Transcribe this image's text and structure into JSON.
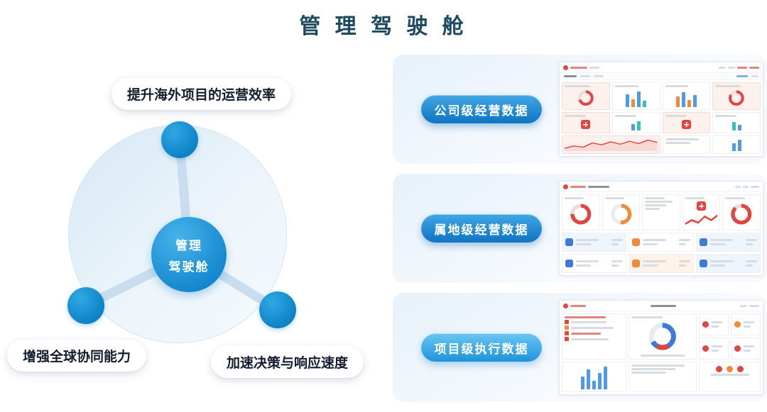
{
  "page": {
    "title": "管 理 驾 驶 舱"
  },
  "hub": {
    "center_line1": "管理",
    "center_line2": "驾驶舱",
    "callouts": [
      {
        "label": "提升海外项目的运营效率"
      },
      {
        "label": "增强全球协同能力"
      },
      {
        "label": "加速决策与响应速度"
      }
    ]
  },
  "panels": [
    {
      "label": "公司级经营数据"
    },
    {
      "label": "属地级经营数据"
    },
    {
      "label": "项目级执行数据"
    }
  ],
  "colors": {
    "title_text": "#1B4A5E",
    "node_blue_light": "#2FA9E3",
    "node_blue_dark": "#0B7EC5",
    "button_blue_top": "#41A7E4",
    "button_blue_bottom": "#0F74C2",
    "button_cyan_top": "#6AC6F2",
    "button_cyan_bottom": "#1E93DA",
    "card_background": "#E7F1FA",
    "dashboard_accent_red": "#E2443F",
    "dashboard_accent_orange": "#F08A3C",
    "dashboard_accent_blue": "#3E7BD6"
  }
}
